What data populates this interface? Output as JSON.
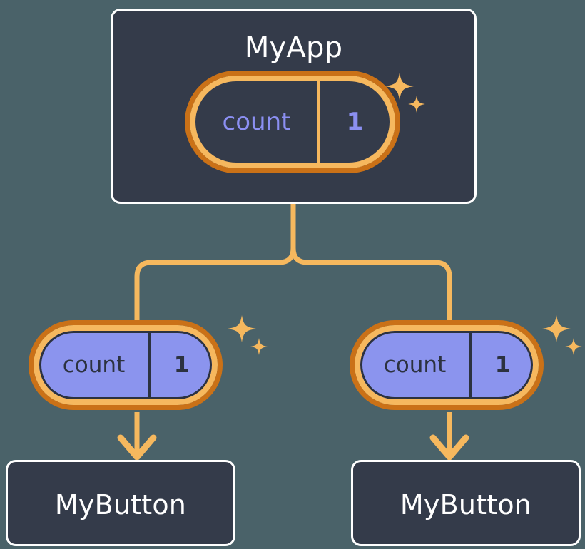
{
  "diagram": {
    "title_hidden": "",
    "background_color": "#4a6269",
    "accent_color": "#f6b85e",
    "accent_dark_color": "#ca7117",
    "card_color": "#343b4a",
    "state_fill_color": "#8b94ee",
    "state_text_color": "#8b8ff2"
  },
  "root": {
    "name": "MyApp",
    "state": {
      "key": "count",
      "value": "1"
    },
    "sparkle": "sparkle-icon"
  },
  "children": [
    {
      "name": "MyButton",
      "state": {
        "key": "count",
        "value": "1"
      },
      "sparkle": "sparkle-icon"
    },
    {
      "name": "MyButton",
      "state": {
        "key": "count",
        "value": "1"
      },
      "sparkle": "sparkle-icon"
    }
  ],
  "connectors": {
    "trunk": "vertical-line-from-root",
    "branch": "horizontal-split-to-children",
    "arrows": "downward-arrow-to-child-card"
  }
}
